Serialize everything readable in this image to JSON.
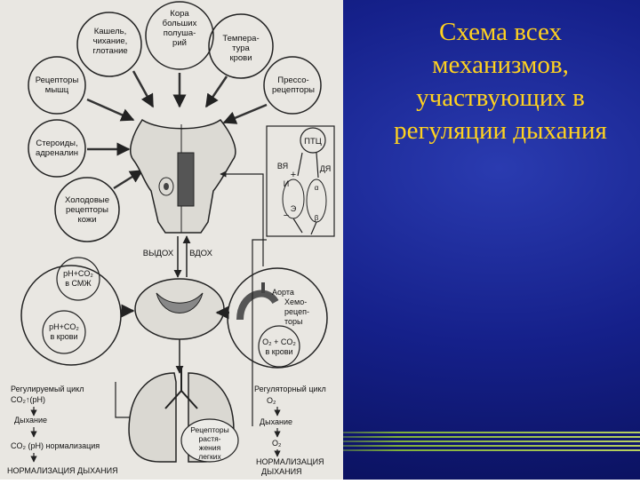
{
  "slide": {
    "title_lines": [
      "Схема  всех",
      "механизмов,",
      "участвующих в",
      "регуляции дыхания"
    ],
    "colors": {
      "background": "#15208a",
      "title": "#ffd21f",
      "accent_stripes": "#7fb03a",
      "scan_paper": "#e9e7e2"
    }
  },
  "diagram": {
    "top_circles": {
      "kora": [
        "Кора",
        "больших",
        "полуша-",
        "рий"
      ],
      "kashel": [
        "Кашель,",
        "чихание,",
        "глотание"
      ],
      "temp": [
        "Темпера-",
        "тура",
        "крови"
      ],
      "receptory_myshc": [
        "Рецепторы",
        "мышц"
      ],
      "presso": [
        "Прессо-",
        "рецепторы"
      ],
      "steroidy": [
        "Стероиды,",
        "адреналин"
      ],
      "holodovye": [
        "Холодовые",
        "рецепторы",
        "кожи"
      ]
    },
    "center": {
      "ptc": "ПТЦ",
      "vya": "ВЯ",
      "dya": "ДЯ",
      "i": "И",
      "e": "Э",
      "alpha": "α",
      "beta": "β",
      "plus": "+",
      "minus": "−",
      "vydoh": "ВЫДОХ",
      "vdoh": "ВДОХ"
    },
    "left_group": {
      "ph_smzh": [
        "рН+CO₂",
        "в СМЖ"
      ],
      "ph_krovi": [
        "рН+CO₂",
        "в крови"
      ]
    },
    "right_group": {
      "aorta": [
        "Аорта",
        "Хемо-",
        "рецеп-",
        "торы"
      ],
      "o2co2": [
        "O₂ + CO₂",
        "в крови"
      ]
    },
    "lungs": {
      "receptors": [
        "Рецепторы",
        "растя-",
        "жения",
        "легких"
      ]
    },
    "bottom_left": {
      "cycle": "Регулируемый цикл",
      "co2ph": "CO₂↑(рН)",
      "breath": "Дыхание",
      "norm": "CO₂ (рН) нормализация",
      "final": "НОРМАЛИЗАЦИЯ ДЫХАНИЯ"
    },
    "bottom_right": {
      "cycle": "Регуляторный цикл",
      "o2a": "O₂",
      "breath": "Дыхание",
      "o2b": "O₂",
      "final": [
        "НОРМАЛИЗАЦИЯ",
        "ДЫХАНИЯ"
      ]
    }
  }
}
